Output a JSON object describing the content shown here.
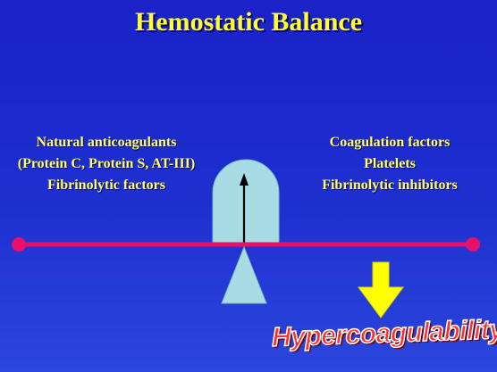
{
  "title": "Hemostatic Balance",
  "left_side": {
    "items": [
      "Natural anticoagulants",
      "(Protein C, Protein S, AT-III)",
      "Fibrinolytic factors"
    ]
  },
  "right_side": {
    "items": [
      "Coagulation factors",
      "Platelets",
      "Fibrinolytic inhibitors"
    ]
  },
  "outcome": "Hypercoagulability",
  "colors": {
    "background": "#1e2fd0",
    "text": "#ffff66",
    "beam": "#e8106a",
    "fulcrum": "#a8dce4",
    "arrow": "#ffff00",
    "outcome": "#ff2a2a"
  }
}
